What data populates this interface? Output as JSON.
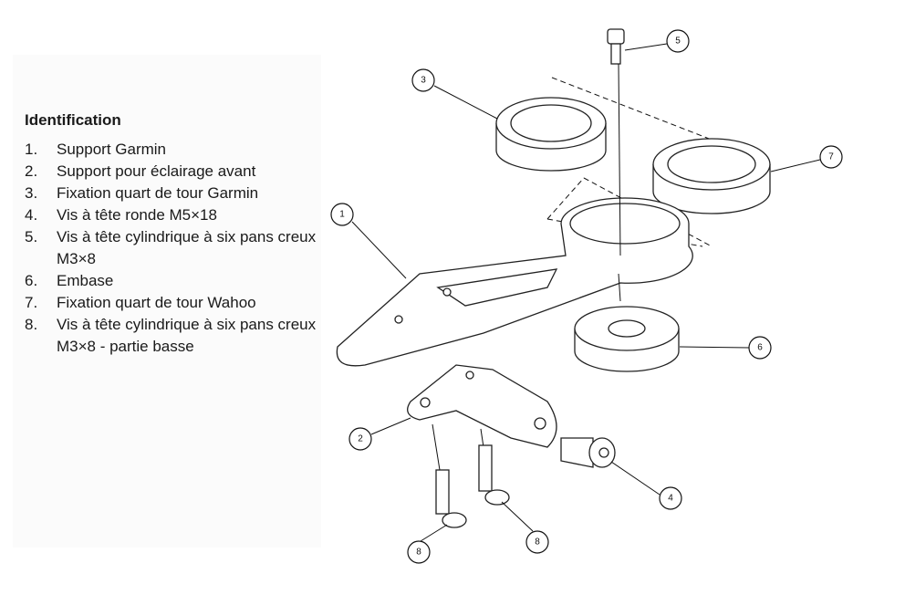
{
  "legend": {
    "title": "Identification",
    "items": [
      {
        "num": "1.",
        "label": "Support Garmin"
      },
      {
        "num": "2.",
        "label": "Support pour éclairage avant"
      },
      {
        "num": "3.",
        "label": "Fixation quart de tour Garmin"
      },
      {
        "num": "4.",
        "label": "Vis à tête ronde M5×18"
      },
      {
        "num": "5.",
        "label": "Vis à tête cylindrique à six pans creux M3×8"
      },
      {
        "num": "6.",
        "label": "Embase"
      },
      {
        "num": "7.",
        "label": "Fixation quart de tour Wahoo"
      },
      {
        "num": "8.",
        "label": "Vis à tête cylindrique à six pans creux M3×8 - partie basse"
      }
    ]
  },
  "callouts": [
    "1",
    "2",
    "3",
    "4",
    "5",
    "6",
    "7",
    "8",
    "8"
  ]
}
